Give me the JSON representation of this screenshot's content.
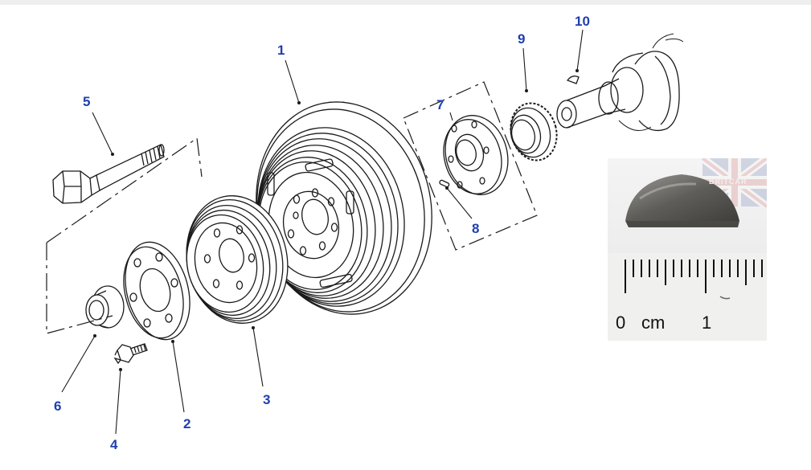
{
  "diagram": {
    "callouts": [
      {
        "id": "1",
        "text": "1"
      },
      {
        "id": "2",
        "text": "2"
      },
      {
        "id": "3",
        "text": "3"
      },
      {
        "id": "4",
        "text": "4"
      },
      {
        "id": "5",
        "text": "5"
      },
      {
        "id": "6",
        "text": "6"
      },
      {
        "id": "7",
        "text": "7"
      },
      {
        "id": "8",
        "text": "8"
      },
      {
        "id": "9",
        "text": "9"
      },
      {
        "id": "10",
        "text": "10"
      }
    ],
    "callout_color": "#1f3fae",
    "line_color": "#1a1a1a"
  },
  "photo": {
    "watermark": "BRITCAR",
    "ruler_labels": {
      "zero": "0",
      "unit": "cm",
      "one": "1"
    }
  }
}
